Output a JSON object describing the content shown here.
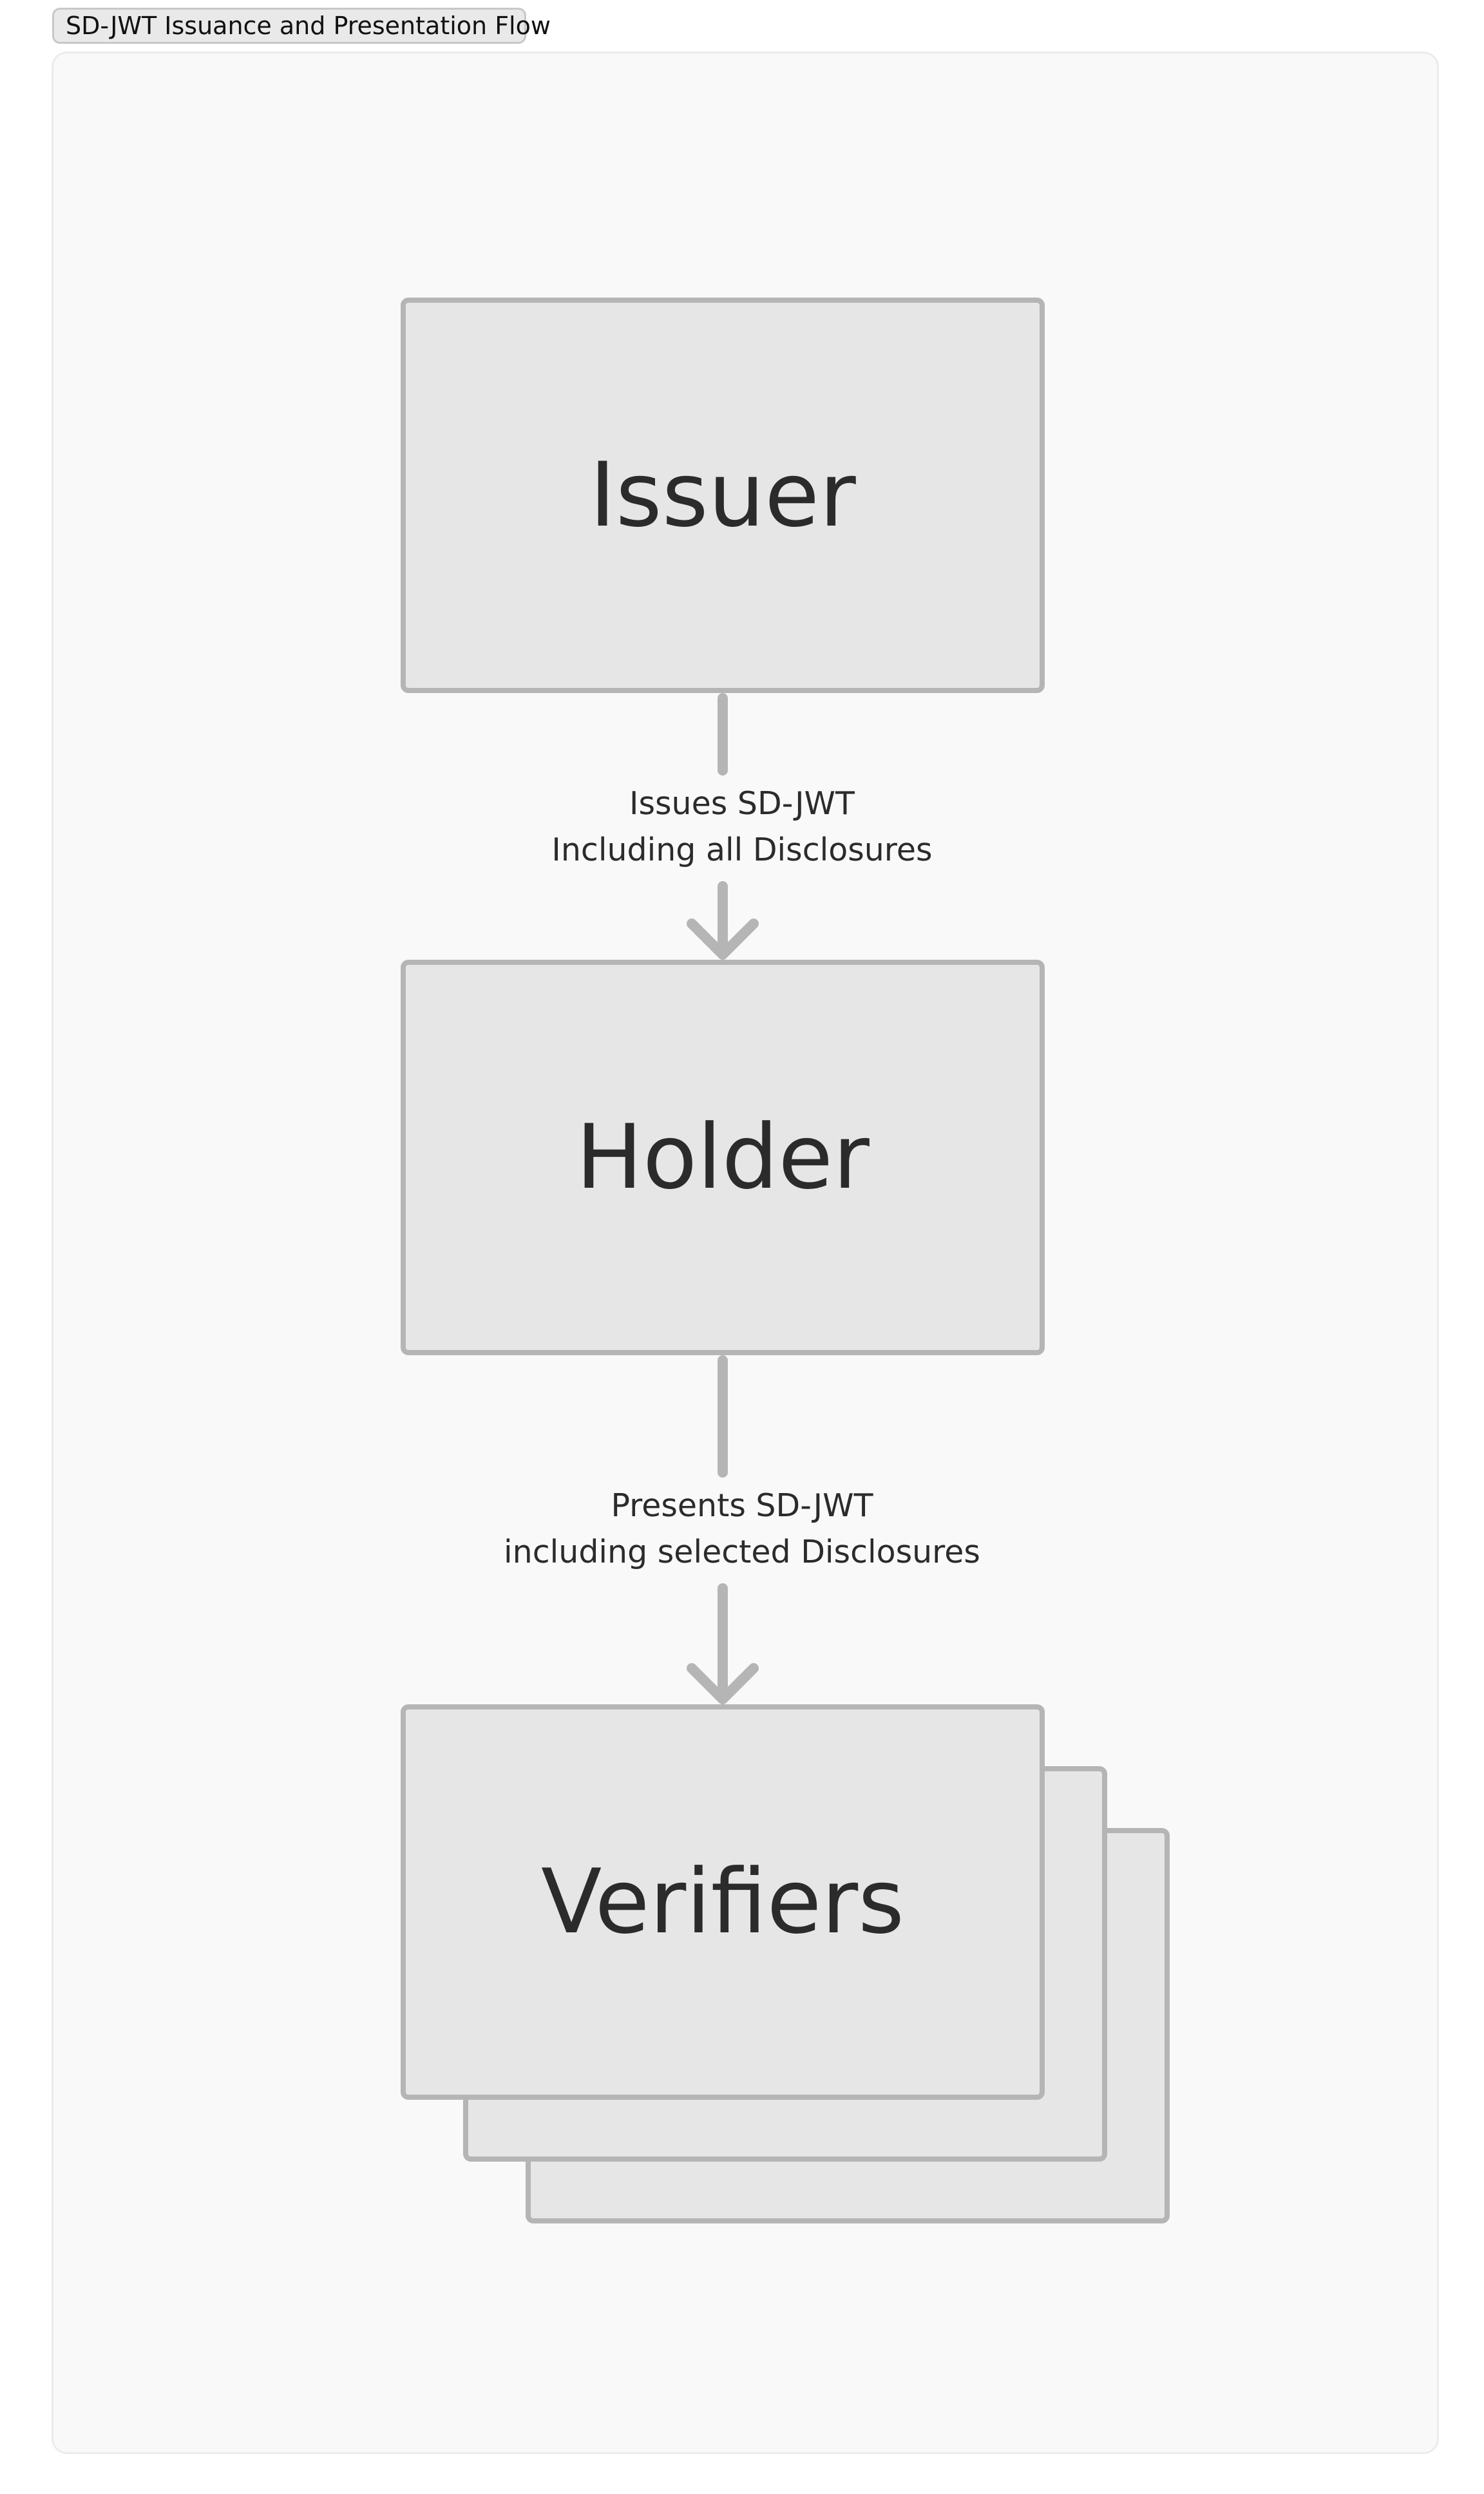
{
  "tab": {
    "title": "SD-JWT Issuance and Presentation Flow"
  },
  "nodes": {
    "issuer": "Issuer",
    "holder": "Holder",
    "verifiers": "Verifiers"
  },
  "edges": [
    {
      "from": "Issuer",
      "to": "Holder",
      "line1": "Issues SD-JWT",
      "line2": "Including all Disclosures"
    },
    {
      "from": "Holder",
      "to": "Verifiers",
      "line1": "Presents SD-JWT",
      "line2": "including selected Disclosures"
    }
  ],
  "colors": {
    "box_fill": "#e6e6e6",
    "box_border": "#b5b5b5",
    "canvas": "#f9f9f9",
    "text": "#2b2b2b"
  }
}
